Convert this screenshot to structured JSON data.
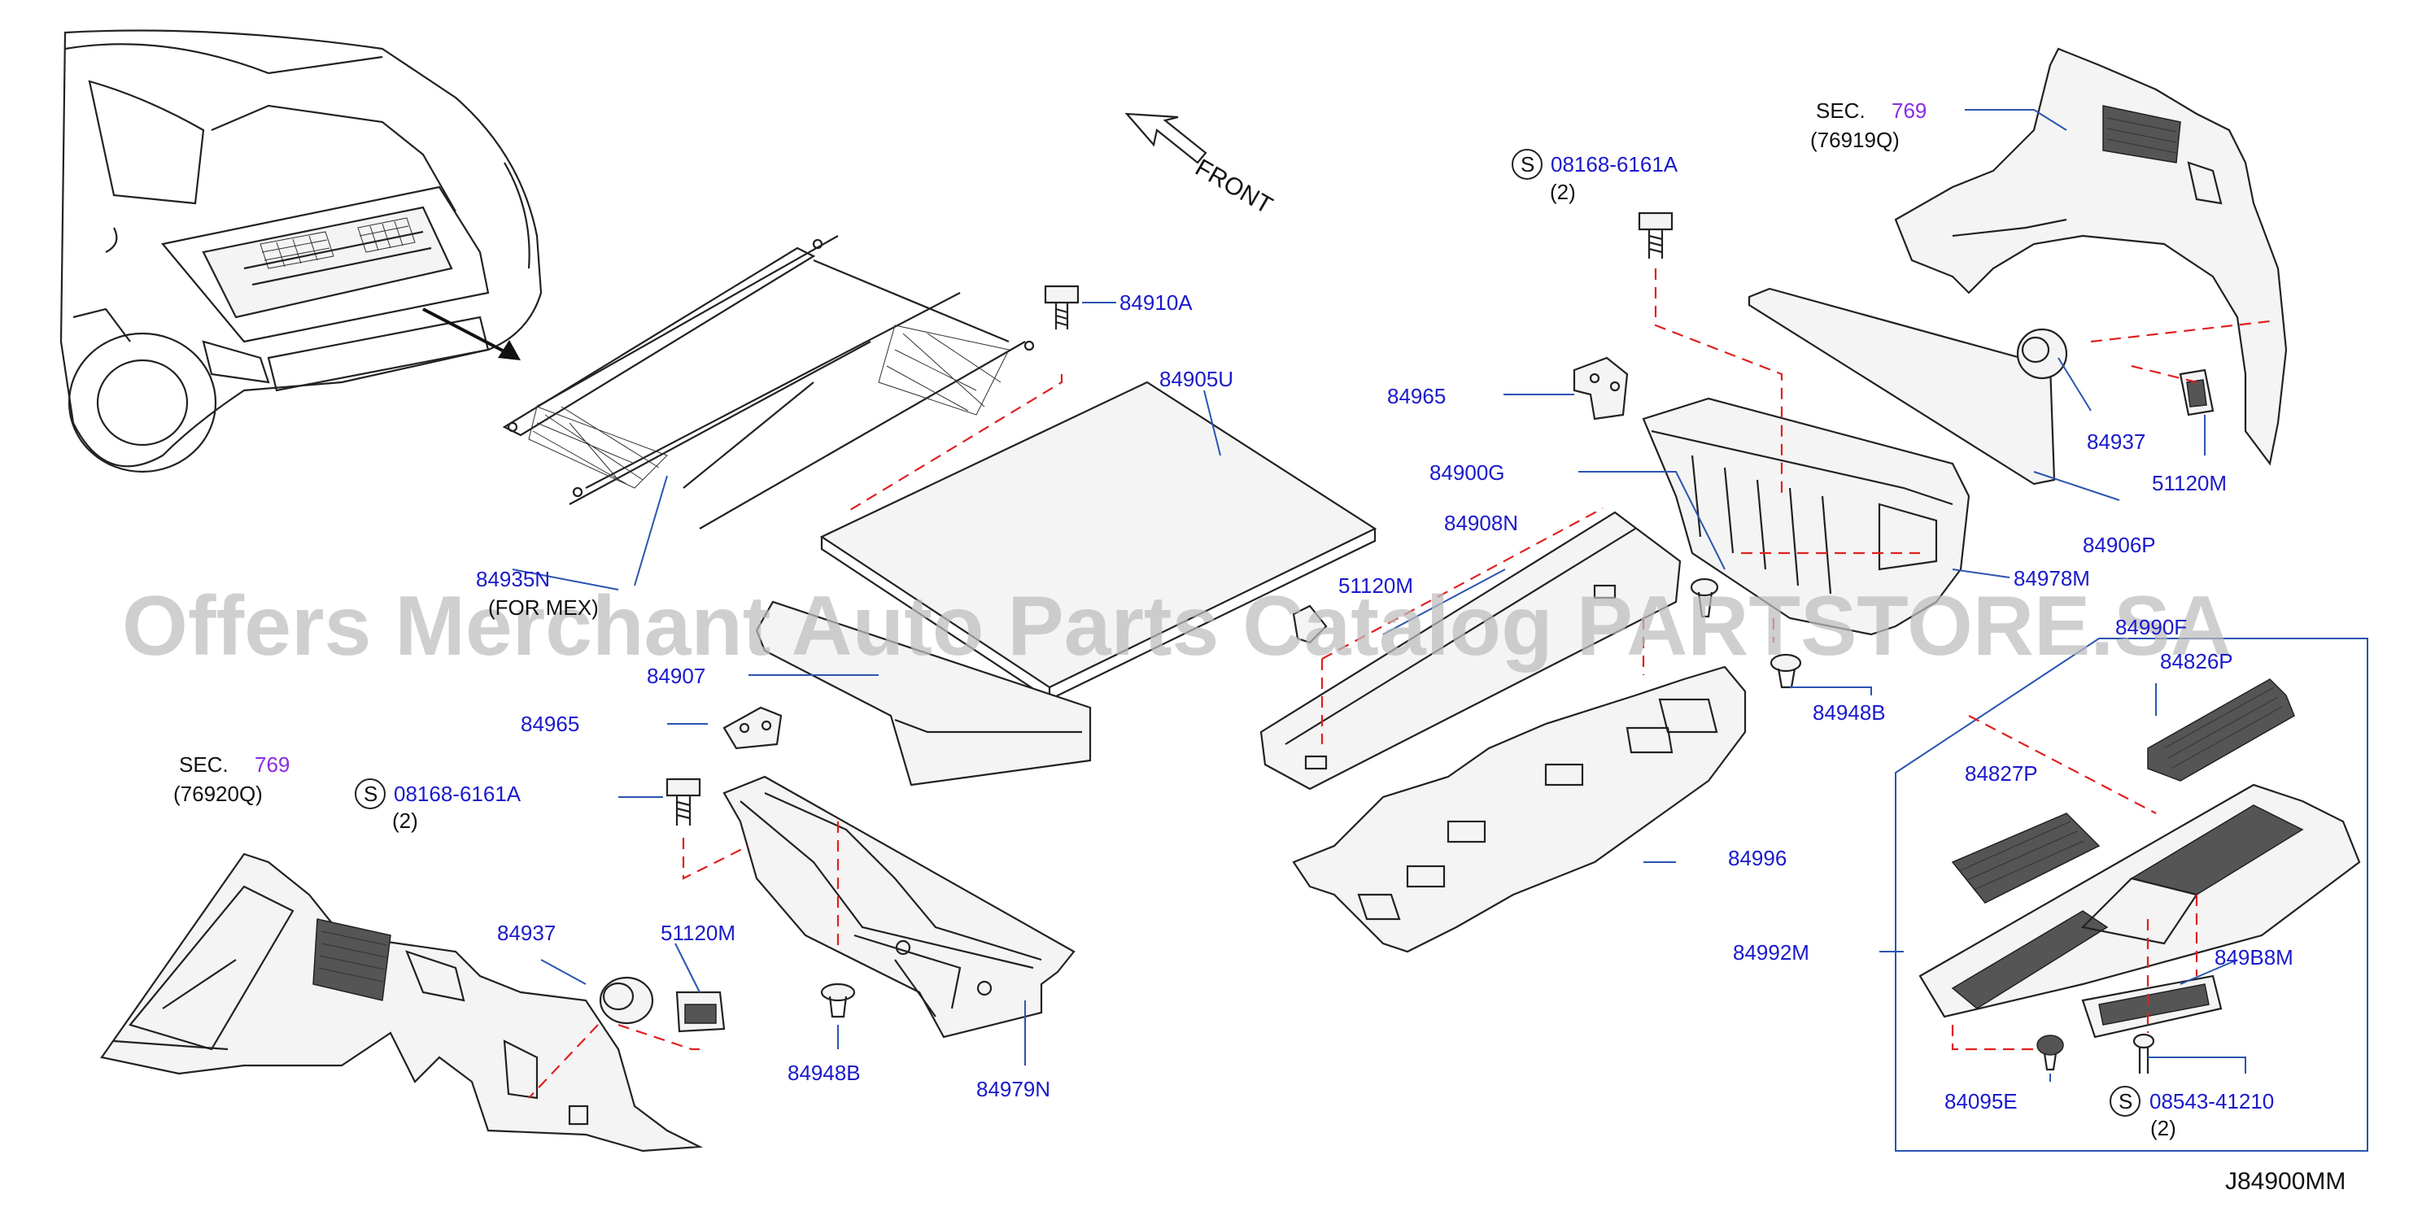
{
  "watermark": "Offers Merchant Auto Parts Catalog PARTSTORE.SA",
  "diagram_id": "J84900MM",
  "front_label": "FRONT",
  "section_refs": [
    {
      "prefix": "SEC.",
      "number": "769",
      "code": "(76919Q)"
    },
    {
      "prefix": "SEC.",
      "number": "769",
      "code": "(76920Q)"
    }
  ],
  "screws": [
    {
      "symbol": "S",
      "part": "08168-6161A",
      "qty": "(2)"
    },
    {
      "symbol": "S",
      "part": "08168-6161A",
      "qty": "(2)"
    },
    {
      "symbol": "S",
      "part": "08543-41210",
      "qty": "(2)"
    }
  ],
  "labels": {
    "p84910A": "84910A",
    "p84905U": "84905U",
    "p84965_a": "84965",
    "p84965_b": "84965",
    "p84900G": "84900G",
    "p84908N": "84908N",
    "p51120M_a": "51120M",
    "p51120M_b": "51120M",
    "p51120M_c": "51120M",
    "p84935N": "84935N",
    "p_for_mex": "(FOR MEX)",
    "p84907": "84907",
    "p84937_a": "84937",
    "p84937_b": "84937",
    "p84906P": "84906P",
    "p84978M": "84978M",
    "p84990F": "84990F",
    "p84826P": "84826P",
    "p84827P": "84827P",
    "p84948B_a": "84948B",
    "p84948B_b": "84948B",
    "p84996": "84996",
    "p84979N": "84979N",
    "p84992M": "84992M",
    "p849B8M": "849B8M",
    "p84095E": "84095E"
  }
}
